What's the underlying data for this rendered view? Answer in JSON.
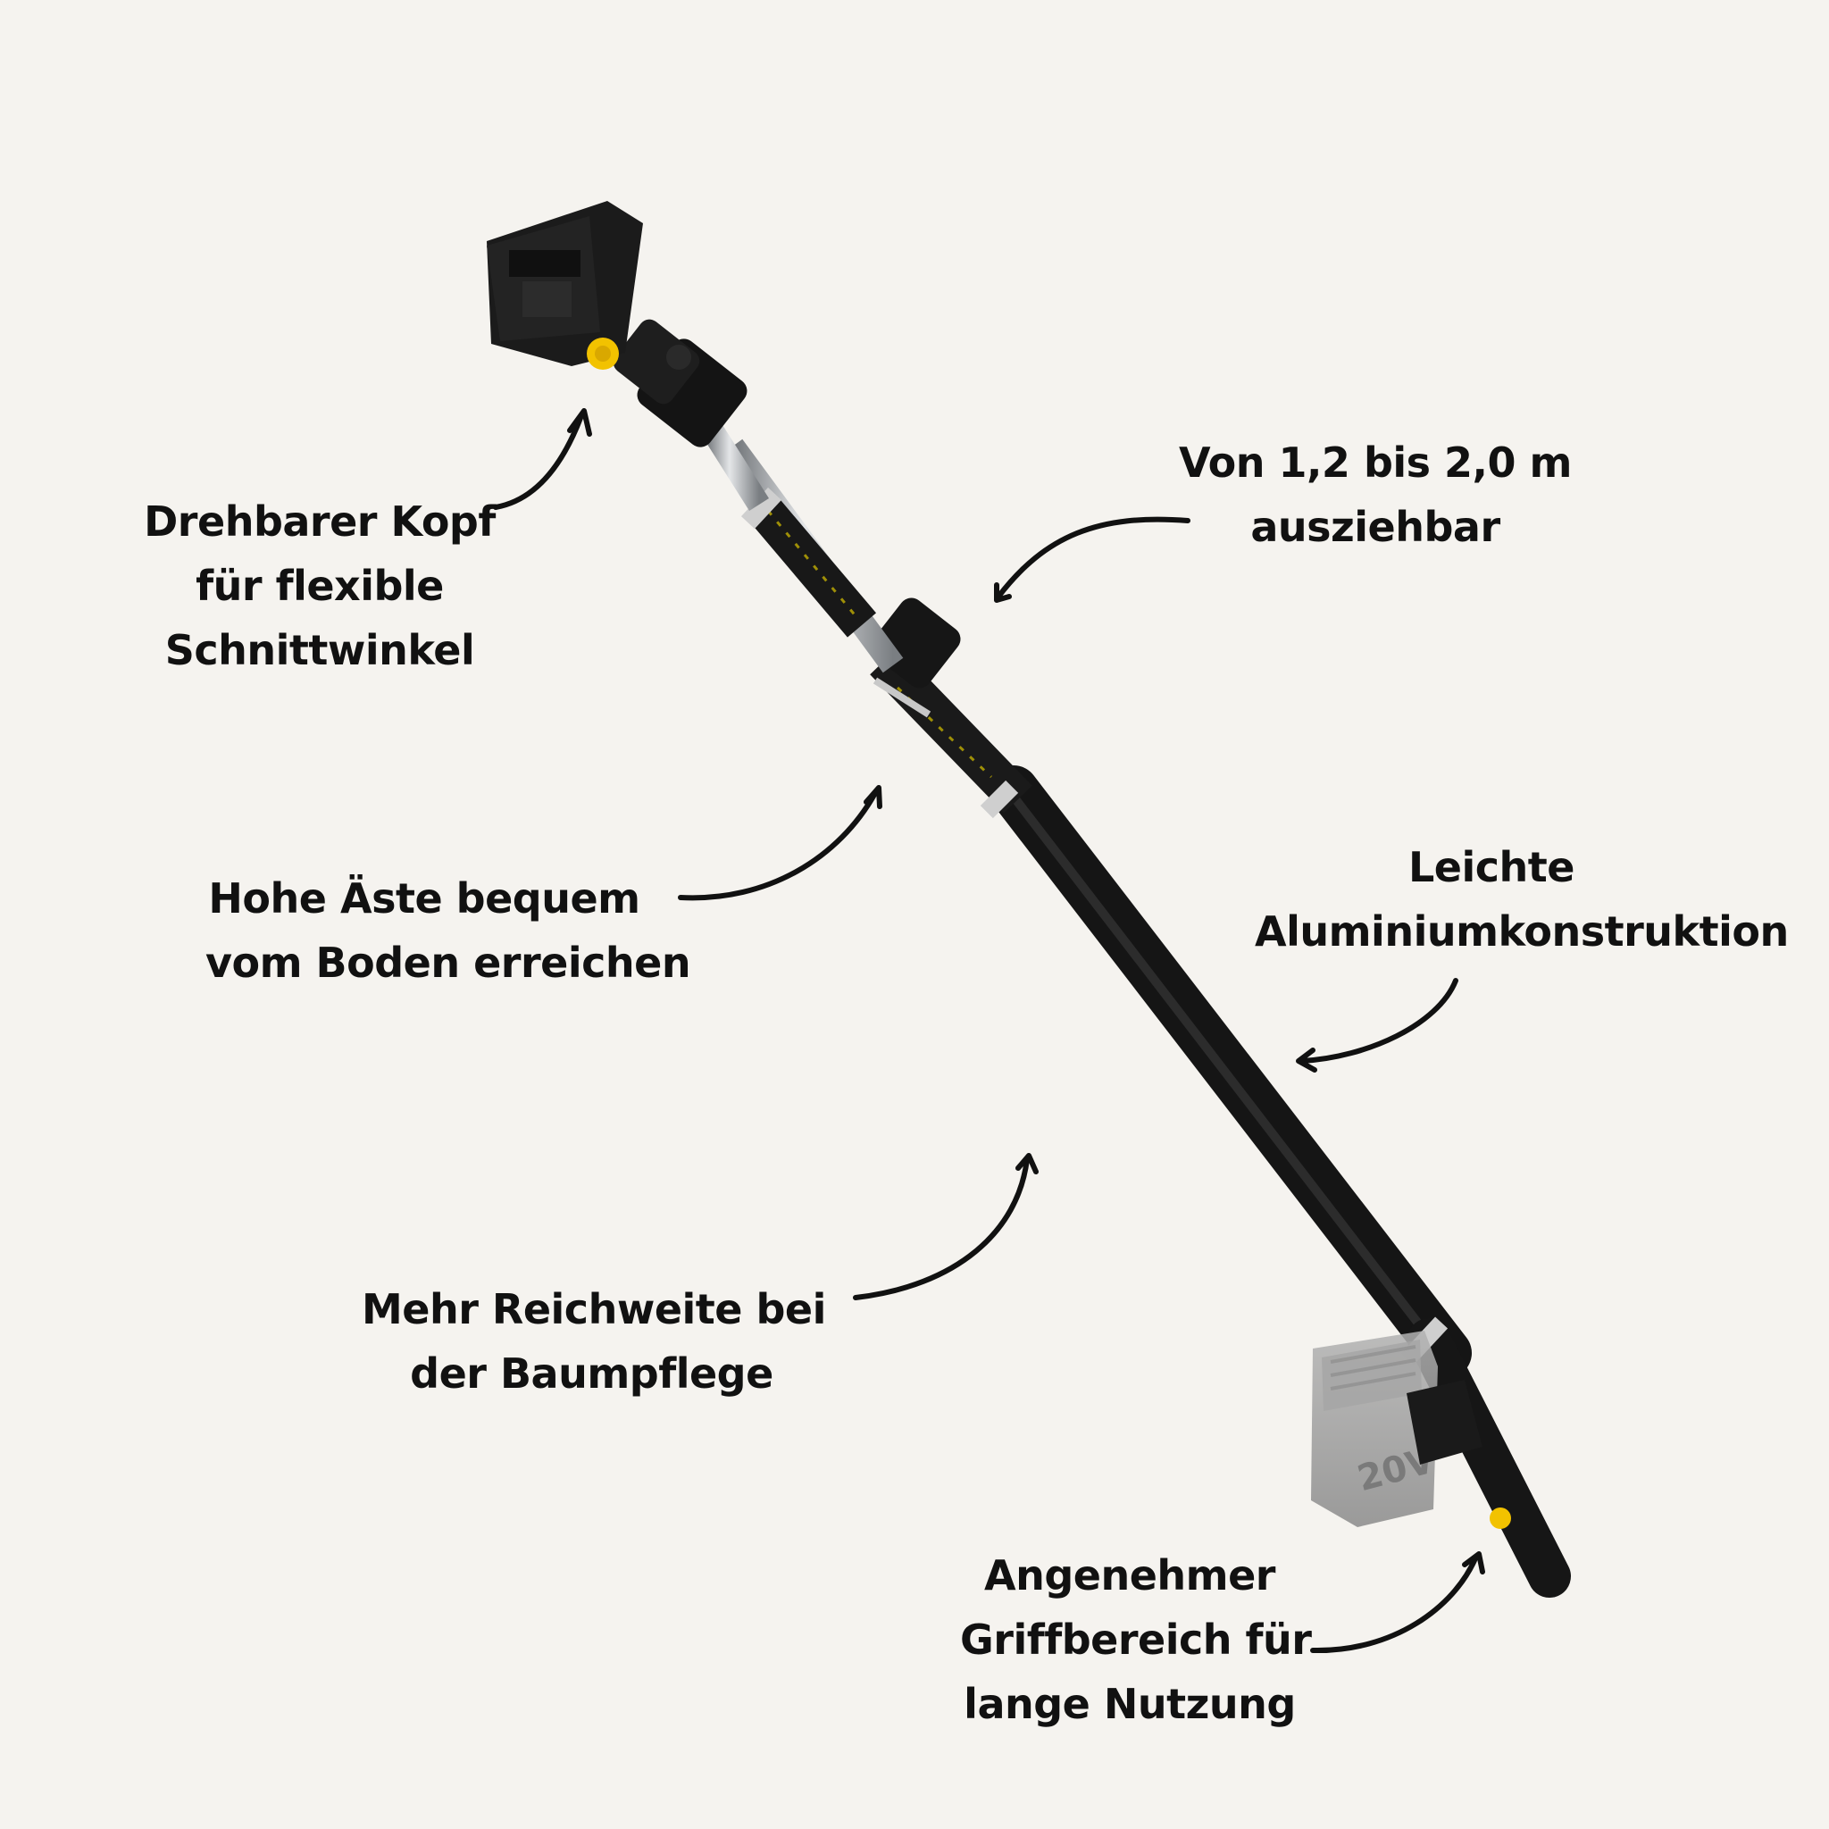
{
  "colors": {
    "background": "#f5f3ef",
    "text": "#111111",
    "pole": "#1c1c1c",
    "accent_yellow": "#f2c200",
    "chrome": "#b9bcbf",
    "battery_grey": "#9b9b9b"
  },
  "product_image": {
    "icon": "telescopic-pole-extension-icon",
    "battery_label": "20V"
  },
  "callouts": {
    "rotating_head": {
      "lines": [
        "Drehbarer Kopf",
        "für flexible",
        "Schnittwinkel"
      ]
    },
    "extendable": {
      "lines": [
        "Von 1,2 bis 2,0 m",
        "ausziehbar"
      ]
    },
    "high_branches": {
      "lines": [
        "Hohe Äste bequem",
        "vom Boden erreichen"
      ]
    },
    "light_aluminium": {
      "lines": [
        "Leichte",
        "Aluminiumkonstruktion"
      ]
    },
    "more_reach": {
      "lines": [
        "Mehr Reichweite bei",
        "der Baumpflege"
      ]
    },
    "comfortable_grip": {
      "lines": [
        "Angenehmer",
        "Griffbereich für",
        "lange Nutzung"
      ]
    }
  }
}
